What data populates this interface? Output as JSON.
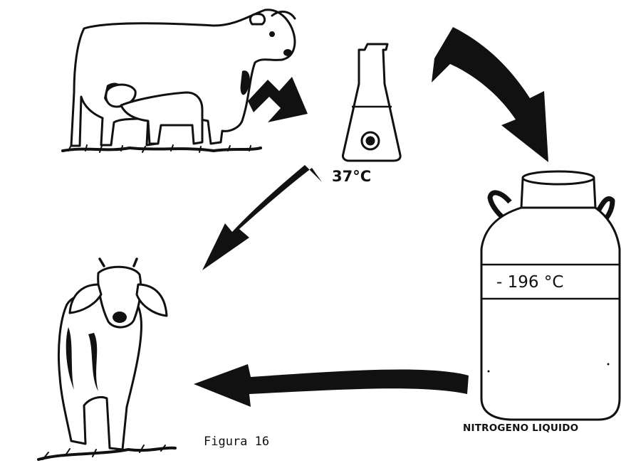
{
  "figure": {
    "caption": "Figura 16",
    "flask_temperature": "37°C",
    "tank_temperature": "- 196 °C",
    "tank_contents": "NITROGENO LIQUIDO"
  },
  "icons": {
    "donor_cow": "cow-icon",
    "incubation_flask": "flask-icon",
    "storage_tank": "cryogenic-tank-icon",
    "recipient_heifer": "heifer-icon",
    "flow_arrows": "arrow-icon"
  },
  "colors": {
    "ink": "#111111",
    "paper": "#ffffff"
  }
}
